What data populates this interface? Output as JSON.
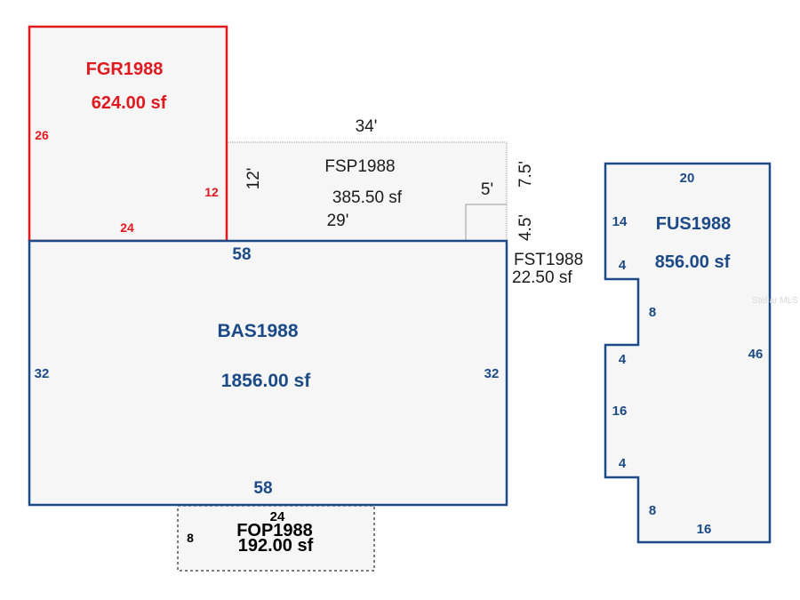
{
  "colors": {
    "garage": "#e0191f",
    "living": "#1b4a87",
    "porch": "#000000",
    "outline_gray": "#9a9a9a"
  },
  "areas": {
    "fgr": {
      "code": "FGR1988",
      "area": "624.00 sf",
      "dims": [
        "26",
        "12",
        "24"
      ]
    },
    "fsp": {
      "code": "FSP1988",
      "area": "385.50 sf",
      "dims": [
        "34'",
        "12'",
        "29'",
        "5'",
        "7.5'"
      ]
    },
    "fst": {
      "code": "FST1988",
      "area": "22.50 sf",
      "dims": [
        "4.5'"
      ]
    },
    "bas": {
      "code": "BAS1988",
      "area": "1856.00 sf",
      "dims": [
        "58",
        "32",
        "32",
        "58"
      ]
    },
    "fop": {
      "code": "FOP1988",
      "area": "192.00 sf",
      "dims": [
        "24",
        "8"
      ]
    },
    "fus": {
      "code": "FUS1988",
      "area": "856.00 sf",
      "dims": [
        "20",
        "14",
        "4",
        "8",
        "4",
        "16",
        "4",
        "8",
        "16",
        "46"
      ]
    }
  },
  "watermark": "Stellar MLS"
}
